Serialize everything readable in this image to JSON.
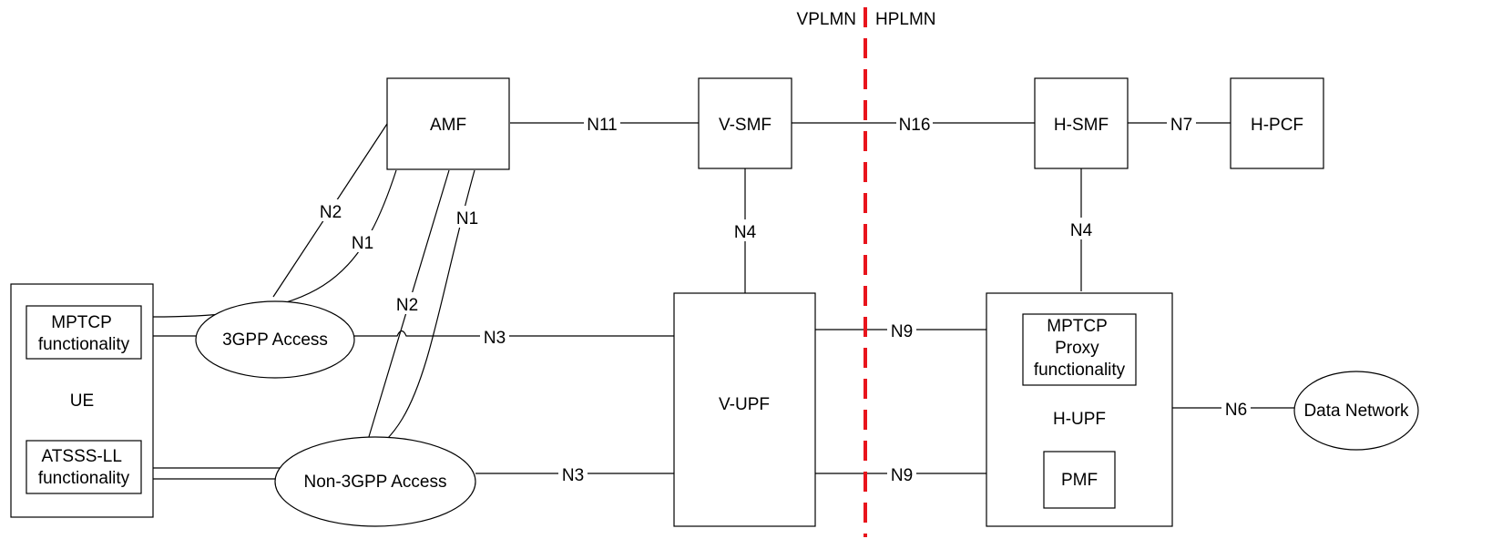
{
  "regions": {
    "left": "VPLMN",
    "right": "HPLMN",
    "boundary_color": "#e8141c"
  },
  "nodes": {
    "amf": "AMF",
    "v_smf": "V-SMF",
    "h_smf": "H-SMF",
    "h_pcf": "H-PCF",
    "v_upf": "V-UPF",
    "h_upf": "H-UPF",
    "ue": "UE",
    "ue_mptcp": [
      "MPTCP",
      "functionality"
    ],
    "ue_atsss": [
      "ATSSS-LL",
      "functionality"
    ],
    "access_3gpp": "3GPP Access",
    "access_non3gpp": "Non-3GPP Access",
    "h_upf_mptcp": [
      "MPTCP",
      "Proxy",
      "functionality"
    ],
    "pmf": "PMF",
    "data_network": "Data Network"
  },
  "interfaces": {
    "n11": "N11",
    "n16": "N16",
    "n7": "N7",
    "n4_v": "N4",
    "n4_h": "N4",
    "n2_3gpp": "N2",
    "n1_3gpp": "N1",
    "n2_non3gpp": "N2",
    "n1_non3gpp": "N1",
    "n3_3gpp": "N3",
    "n3_non3gpp": "N3",
    "n9_top": "N9",
    "n9_bottom": "N9",
    "n6": "N6"
  }
}
